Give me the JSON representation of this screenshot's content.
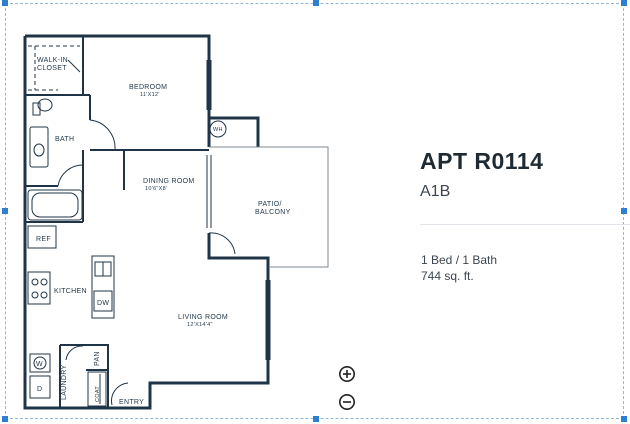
{
  "apartment": {
    "title": "APT R0114",
    "code": "A1B",
    "bed_bath": "1 Bed / 1 Bath",
    "area": "744 sq. ft."
  },
  "floorplan": {
    "walk_in_closet": [
      "WALK-IN",
      "CLOSET"
    ],
    "bedroom": "BEDROOM",
    "bedroom_dim": "11'X12'",
    "bath": "BATH",
    "wh": "WH",
    "dining_room": "DINING ROOM",
    "dining_dim": "10'6\"X8'",
    "patio": [
      "PATIO/",
      "BALCONY"
    ],
    "ref": "REF",
    "kitchen": "KITCHEN",
    "dw": "DW",
    "living_room": "LIVING ROOM",
    "living_dim": "12'X14'4\"",
    "laundry": "LAUNDRY",
    "w": "W",
    "d": "D",
    "pan": "PAN",
    "coat": "COAT",
    "entry": "ENTRY"
  },
  "controls": {
    "zoom_in_icon": "plus-circle-icon",
    "zoom_out_icon": "minus-circle-icon"
  },
  "colors": {
    "wall": "#1f3446",
    "selection": "#2f7fd0",
    "text": "#1f2a33"
  }
}
